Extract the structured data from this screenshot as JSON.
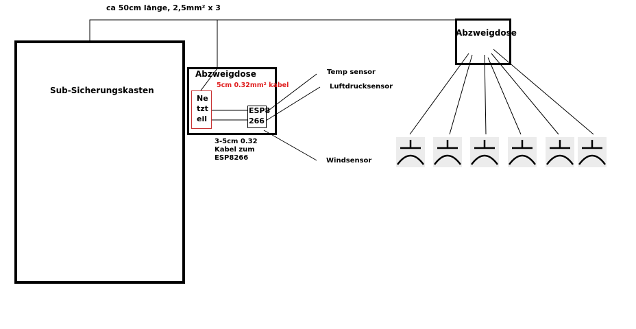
{
  "labels": {
    "top_cable": "ca 50cm länge, 2,5mm² x 3",
    "sub_panel": "Sub-Sicherungskasten",
    "junction_box_left": "Abzweigdose",
    "junction_box_right": "Abzweigdose",
    "red_cable": "5cm 0.32mm² kabel",
    "psu_line1": "Ne",
    "psu_line2": "tzt",
    "psu_line3": "eil",
    "esp_line1": "ESP8",
    "esp_line2": "266",
    "esp_cable_line1": "3-5cm 0.32",
    "esp_cable_line2": "Kabel zum",
    "esp_cable_line3": "ESP8266",
    "temp_sensor": "Temp sensor",
    "pressure_sensor": "Luftdrucksensor",
    "wind_sensor": "Windsensor"
  },
  "colors": {
    "stroke": "#000000",
    "psu_border": "#c83232",
    "red_text": "#e02020",
    "lamp_bg": "#e8e8e8"
  },
  "lamps": {
    "count": 6
  }
}
